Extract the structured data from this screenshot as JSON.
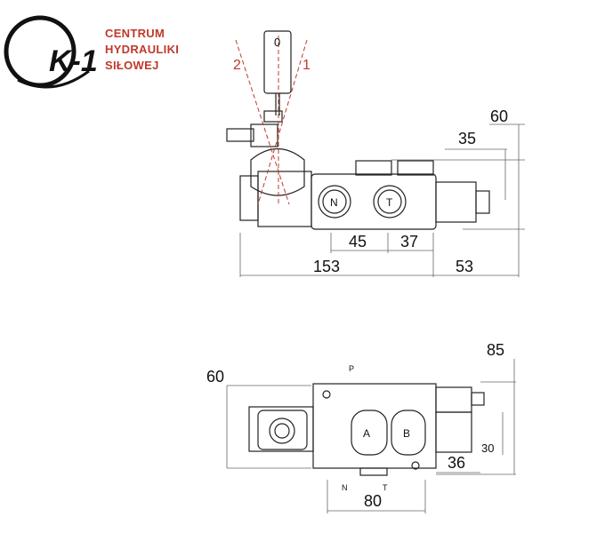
{
  "logo": {
    "brand": "K-1",
    "line1": "CENTRUM",
    "line2": "HYDRAULIKI",
    "line3": "SIŁOWEJ"
  },
  "top_view": {
    "lever_positions": [
      "2",
      "0",
      "1"
    ],
    "ports": [
      "N",
      "T"
    ],
    "dimensions": {
      "d60": "60",
      "d35": "35",
      "d45": "45",
      "d37": "37",
      "d153": "153",
      "d53": "53"
    }
  },
  "bottom_view": {
    "ports": [
      "A",
      "B"
    ],
    "port_labels": [
      "P",
      "N",
      "T"
    ],
    "dimensions": {
      "d85": "85",
      "d60": "60",
      "d30": "30",
      "d36": "36",
      "d80": "80"
    }
  }
}
